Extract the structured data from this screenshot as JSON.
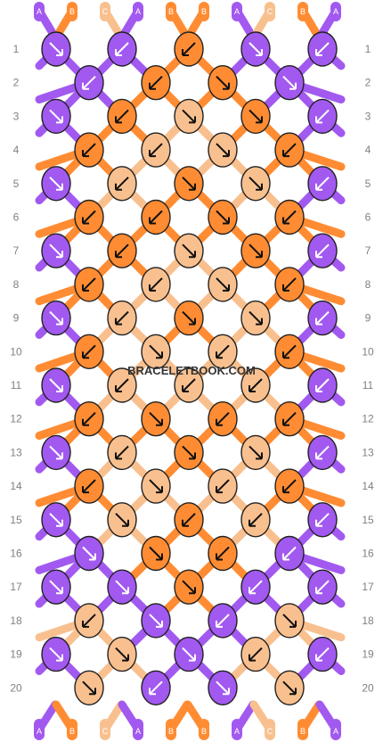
{
  "colors": {
    "A": "#a259f0",
    "B": "#ff8c33",
    "C": "#f9c08f"
  },
  "watermark": "BRACELETBOOK.COM",
  "top_strands": [
    "A",
    "B",
    "C",
    "A",
    "B",
    "B",
    "A",
    "C",
    "B",
    "A"
  ],
  "bottom_strands": [
    "A",
    "B",
    "C",
    "A",
    "B",
    "B",
    "A",
    "C",
    "B",
    "A"
  ],
  "rows": [
    "1",
    "2",
    "3",
    "4",
    "5",
    "6",
    "7",
    "8",
    "9",
    "10",
    "11",
    "12",
    "13",
    "14",
    "15",
    "16",
    "17",
    "18",
    "19",
    "20"
  ],
  "knots": [
    [
      "A",
      "A",
      "B",
      "A",
      "A"
    ],
    [
      "A",
      "B",
      "B",
      "A"
    ],
    [
      "A",
      "B",
      "C",
      "B",
      "A"
    ],
    [
      "B",
      "C",
      "C",
      "B"
    ],
    [
      "A",
      "C",
      "B",
      "C",
      "A"
    ],
    [
      "B",
      "B",
      "B",
      "B"
    ],
    [
      "A",
      "B",
      "C",
      "B",
      "A"
    ],
    [
      "B",
      "C",
      "C",
      "B"
    ],
    [
      "A",
      "C",
      "B",
      "C",
      "A"
    ],
    [
      "B",
      "C",
      "C",
      "B"
    ],
    [
      "A",
      "C",
      "C",
      "C",
      "A"
    ],
    [
      "B",
      "B",
      "B",
      "B"
    ],
    [
      "A",
      "C",
      "B",
      "C",
      "A"
    ],
    [
      "B",
      "C",
      "C",
      "B"
    ],
    [
      "A",
      "C",
      "B",
      "C",
      "A"
    ],
    [
      "A",
      "B",
      "B",
      "A"
    ],
    [
      "A",
      "A",
      "B",
      "A",
      "A"
    ],
    [
      "C",
      "A",
      "A",
      "C"
    ],
    [
      "A",
      "C",
      "A",
      "C",
      "A"
    ],
    [
      "C",
      "A",
      "A",
      "C"
    ]
  ],
  "arrows": [
    [
      "dr",
      "dl",
      "dl",
      "dr",
      "dl"
    ],
    [
      "dl",
      "dl",
      "dr",
      "dr"
    ],
    [
      "dr",
      "dl",
      "dr",
      "dr",
      "dl"
    ],
    [
      "dl",
      "dl",
      "dr",
      "dl"
    ],
    [
      "dr",
      "dl",
      "dr",
      "dr",
      "dl"
    ],
    [
      "dl",
      "dl",
      "dr",
      "dl"
    ],
    [
      "dr",
      "dl",
      "dr",
      "dr",
      "dl"
    ],
    [
      "dl",
      "dl",
      "dr",
      "dl"
    ],
    [
      "dr",
      "dl",
      "dr",
      "dr",
      "dl"
    ],
    [
      "dl",
      "dr",
      "dl",
      "dl"
    ],
    [
      "dr",
      "dl",
      "dl",
      "dl",
      "dl"
    ],
    [
      "dl",
      "dr",
      "dl",
      "dl"
    ],
    [
      "dr",
      "dl",
      "dr",
      "dr",
      "dl"
    ],
    [
      "dl",
      "dr",
      "dl",
      "dl"
    ],
    [
      "dr",
      "dr",
      "dl",
      "dl",
      "dl"
    ],
    [
      "dr",
      "dr",
      "dl",
      "dl"
    ],
    [
      "dr",
      "dr",
      "dr",
      "dl",
      "dl"
    ],
    [
      "dl",
      "dr",
      "dl",
      "dr"
    ],
    [
      "dr",
      "dr",
      "dr",
      "dl",
      "dl"
    ],
    [
      "dr",
      "dl",
      "dr",
      "dr"
    ]
  ]
}
